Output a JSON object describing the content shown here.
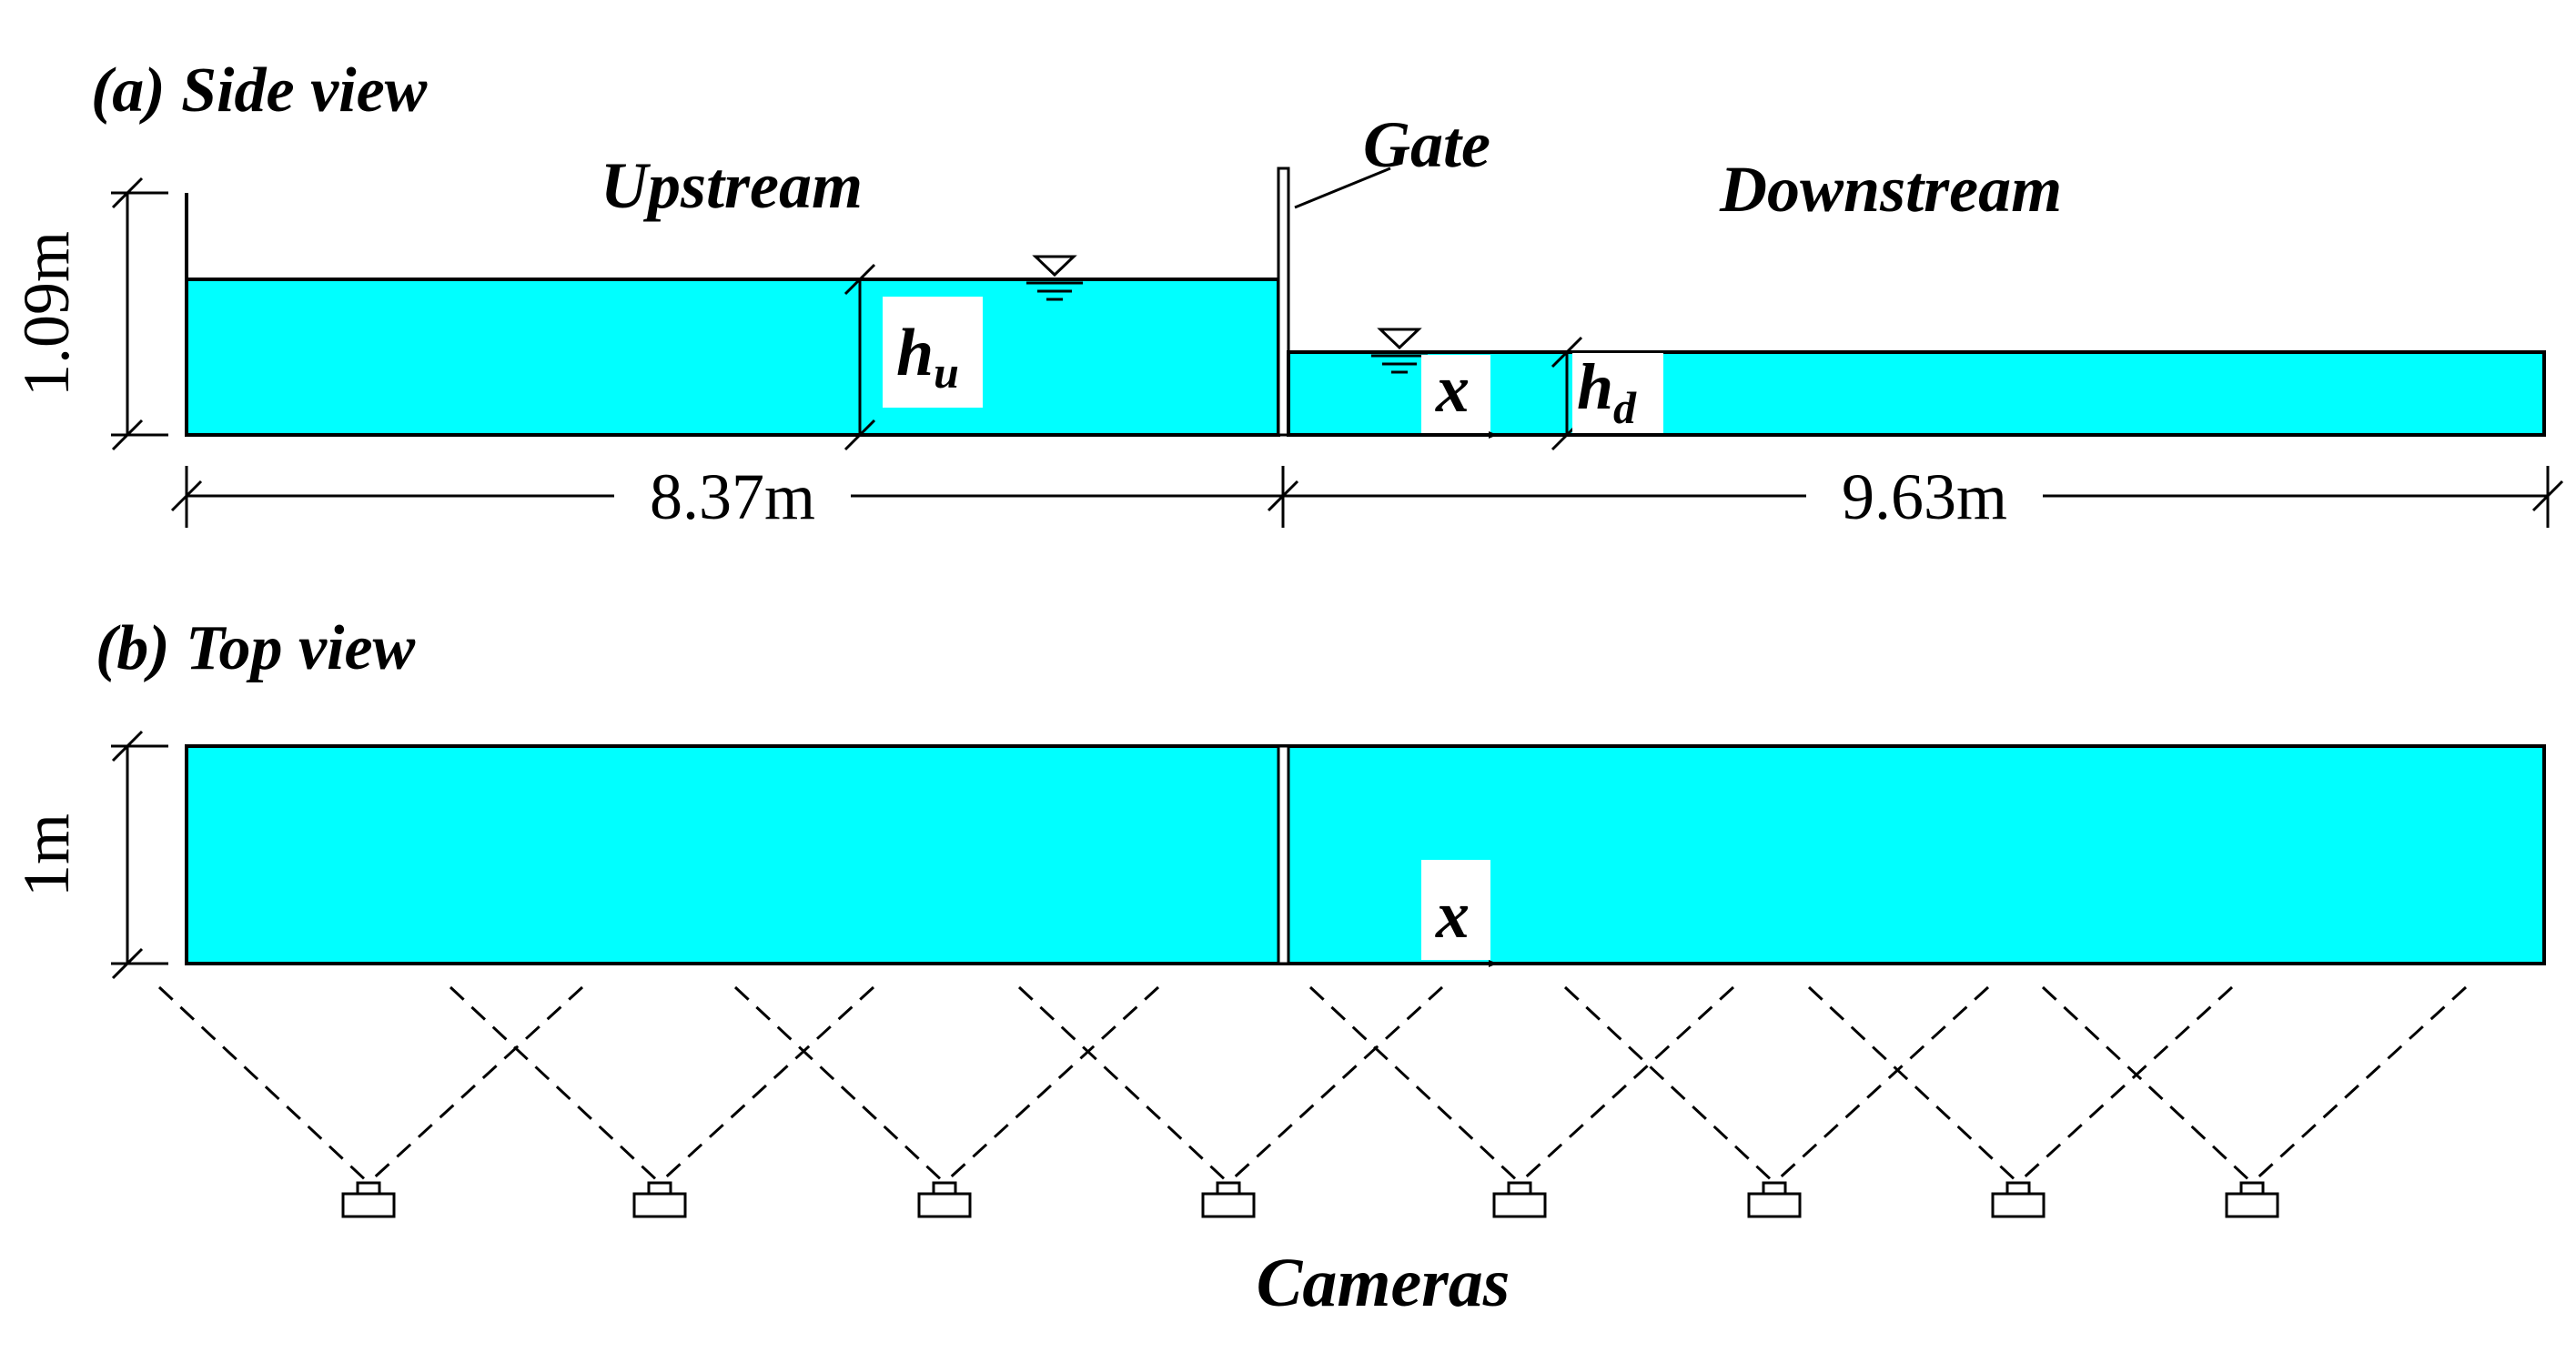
{
  "panel_a": {
    "title": "(a) Side view",
    "upstream_label": "Upstream",
    "downstream_label": "Downstream",
    "gate_label": "Gate",
    "height_dim": "1.09m",
    "upstream_length": "8.37m",
    "downstream_length": "9.63m",
    "hu_main": "h",
    "hu_sub": "u",
    "hd_main": "h",
    "hd_sub": "d",
    "x_label": "x"
  },
  "panel_b": {
    "title": "(b) Top view",
    "width_dim": "1m",
    "x_label": "x",
    "cameras_label": "Cameras",
    "camera_count": 8
  },
  "colors": {
    "water": "#00FFFF",
    "line": "#000000",
    "background": "#FFFFFF"
  }
}
